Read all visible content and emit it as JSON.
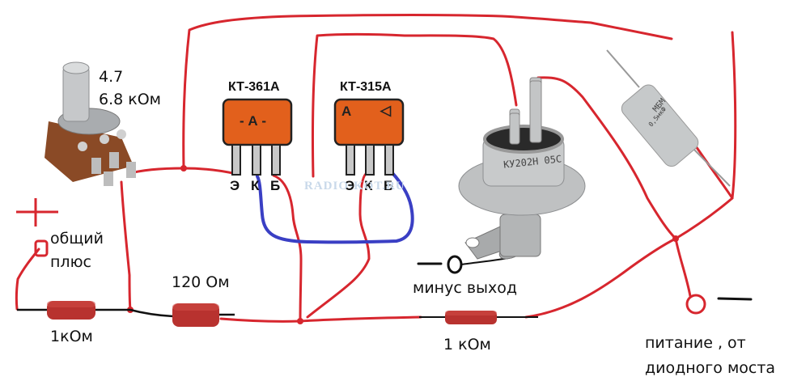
{
  "diagram": {
    "title": "Thyristor regulator circuit on KT-361A / KT-315A and KU202N",
    "colors": {
      "wire": "#d7262e",
      "base_wire": "#3a3fc4",
      "lead": "#111111",
      "transistor_body": "#e2601c",
      "resistor_body": "#b8322f",
      "metal": "#b9bcbd"
    },
    "potentiometer": {
      "value_line1": "4.7",
      "value_line2": "6.8 кОм"
    },
    "transistor1": {
      "name": "КТ-361А",
      "marking": "- А -",
      "pins": [
        "Э",
        "К",
        "Б"
      ]
    },
    "transistor2": {
      "name": "КТ-315А",
      "marking_left": "А",
      "marking_right": "◁",
      "pins": [
        "Э",
        "К",
        "Б"
      ]
    },
    "thyristor": {
      "marking": "КУ202Н 05С"
    },
    "capacitor": {
      "marking_line1": "МБМ",
      "marking_line2": "0,5мкФ"
    },
    "watermark": "RADIO-KOT.RU",
    "terminals": {
      "plus_symbol": "+",
      "common_plus_line1": "общий",
      "common_plus_line2": "плюс",
      "minus_output": "минус выход",
      "minus_output_symbol": "—",
      "supply_minus_symbol": "—",
      "supply_line1": "питание , от",
      "supply_line2": "диодного моста"
    },
    "resistors": [
      {
        "label": "1кОм"
      },
      {
        "label": "120 Ом"
      },
      {
        "label": "1 кОм"
      }
    ]
  }
}
